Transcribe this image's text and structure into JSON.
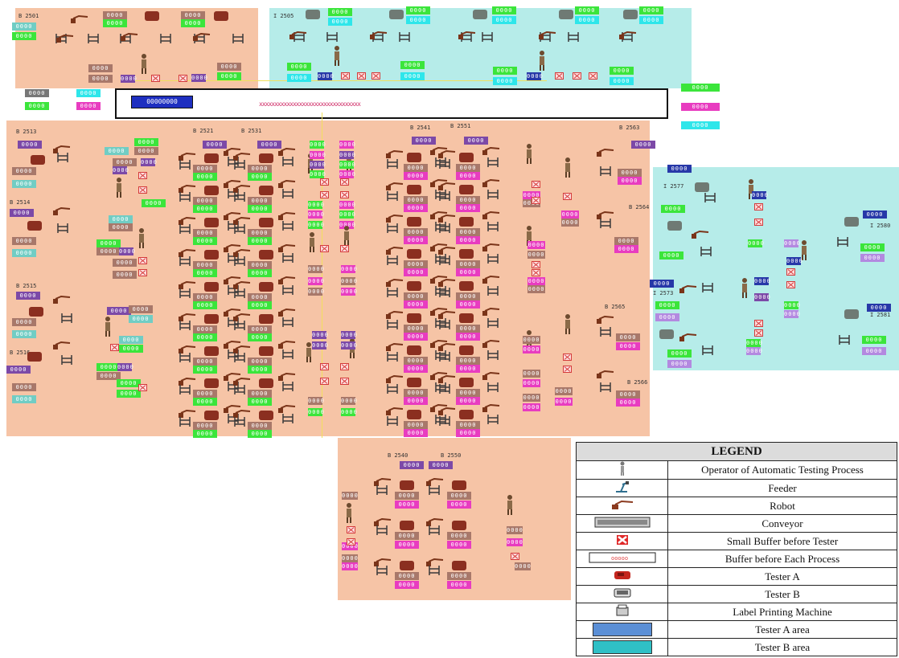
{
  "areas": {
    "tester_a_color": "#f6c4a6",
    "tester_b_color": "#b6ece9"
  },
  "station_labels": [
    "B 2501",
    "I 2505",
    "B 2513",
    "B 2521",
    "B 2531",
    "B 2541",
    "B 2551",
    "B 2563",
    "B 2514",
    "B 2515",
    "B 2516",
    "I 2577",
    "I 2573",
    "B 2564",
    "B 2565",
    "B 2566",
    "I 2580",
    "I 2581",
    "B 2540",
    "B 2550"
  ],
  "counter_text": "0000",
  "conveyor": {
    "counter": "00000000",
    "buffer_marks": "xxxxxxxxxxxxxxxxxxxxxxxxxxxxxxxxx"
  },
  "legend": {
    "title": "LEGEND",
    "items": [
      {
        "label": "Operator of Automatic Testing Process",
        "icon": "operator-icon"
      },
      {
        "label": "Feeder",
        "icon": "feeder-icon"
      },
      {
        "label": "Robot",
        "icon": "robot-icon"
      },
      {
        "label": "Conveyor",
        "icon": "conveyor-icon"
      },
      {
        "label": "Small Buffer before Tester",
        "icon": "small-buffer-icon",
        "color": "#d43a3a"
      },
      {
        "label": "Buffer before Each Process",
        "icon": "process-buffer-icon"
      },
      {
        "label": "Tester A",
        "icon": "tester-a-icon",
        "color": "#b52a1f"
      },
      {
        "label": "Tester B",
        "icon": "tester-b-icon"
      },
      {
        "label": "Label Printing Machine",
        "icon": "label-printer-icon"
      },
      {
        "label": "Tester A area",
        "icon": "tester-a-area-swatch",
        "color": "#5b8fd6"
      },
      {
        "label": "Tester B area",
        "icon": "tester-b-area-swatch",
        "color": "#2fc0c6"
      }
    ]
  }
}
